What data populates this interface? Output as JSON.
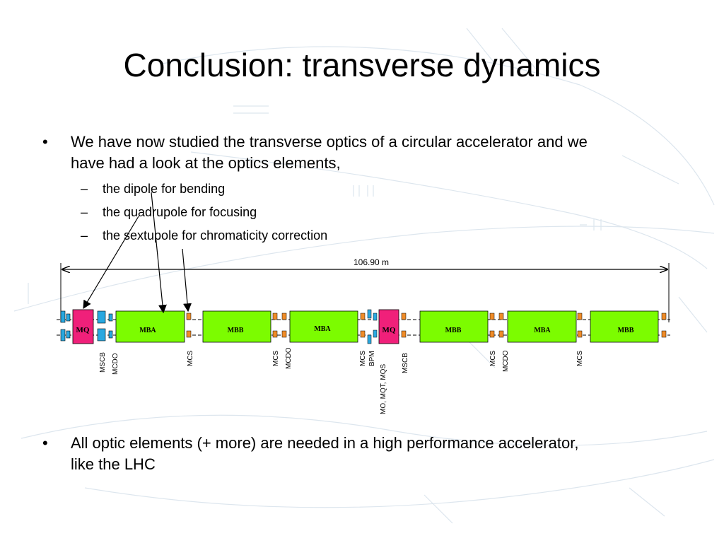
{
  "slide": {
    "title": "Conclusion: transverse dynamics",
    "bullets": [
      {
        "marker": "•",
        "text_line1": "We have now studied the transverse optics of a circular accelerator and we",
        "text_line2": "have had a look at the optics elements,",
        "sub_items": [
          "the dipole for bending",
          "the quadrupole for focusing",
          "the sextupole for chromaticity correction"
        ],
        "sub_marker": "–"
      },
      {
        "marker": "•",
        "text_line1": "All optic elements (+ more) are needed in a high performance accelerator,",
        "text_line2": "like the LHC"
      }
    ]
  },
  "diagram": {
    "length_label": "106.90 m",
    "magnets": [
      "MQ",
      "MBA",
      "MBB",
      "MBA",
      "MQ",
      "MBB",
      "MBA",
      "MBB"
    ],
    "element_labels": [
      "MSCB",
      "MCDO",
      "MCS",
      "MCS",
      "MCDO",
      "MCS",
      "BPM",
      "MO, MQT, MQS",
      "MSCB",
      "MCS",
      "MCDO",
      "MCS"
    ],
    "colors": {
      "dipole": "#7CFC00",
      "quadrupole": "#F0207A",
      "corrector_small": "#F08C28",
      "corrector_blue": "#29A8E0"
    }
  }
}
